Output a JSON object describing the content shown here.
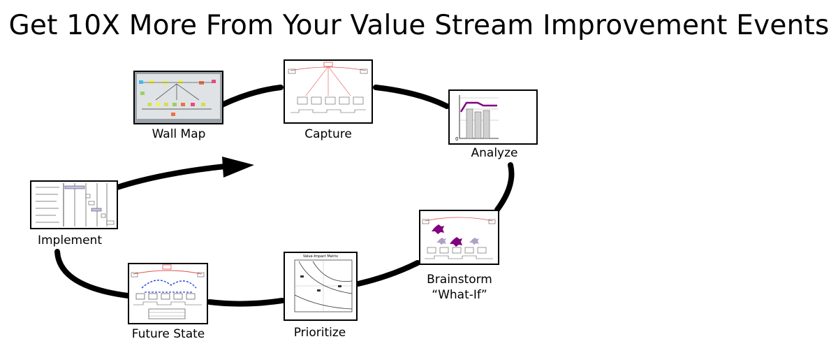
{
  "title": "Get 10X More From Your Value Stream Improvement Events",
  "steps": {
    "wall_map": "Wall Map",
    "capture": "Capture",
    "analyze": "Analyze",
    "brainstorm": "Brainstorm",
    "what_if": "“What-If”",
    "prioritize": "Prioritize",
    "future_state": "Future State",
    "implement": "Implement"
  },
  "analyze_chart": {
    "axis_zero": "0"
  },
  "prioritize_chart": {
    "title": "Value-Impact Matrix"
  },
  "colors": {
    "cycle": "#000000",
    "capture_line": "#e05050",
    "analyze_line": "#800080",
    "what_if_burst": "#800080",
    "future_line": "#2040e0"
  }
}
